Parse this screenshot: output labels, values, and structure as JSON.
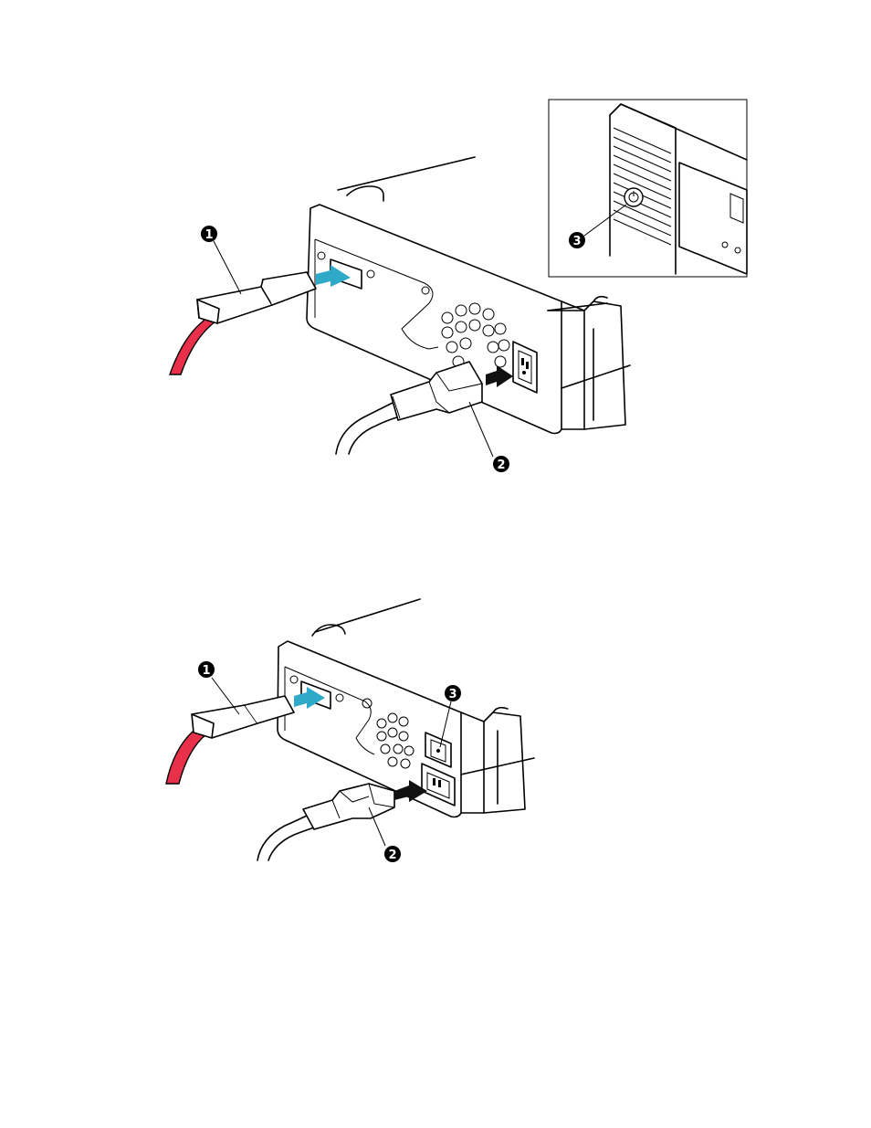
{
  "figure_top": {
    "callouts": [
      {
        "num": "1",
        "part": "data-cable"
      },
      {
        "num": "2",
        "part": "power-cable"
      },
      {
        "num": "3",
        "part": "power-button"
      }
    ]
  },
  "figure_bottom": {
    "callouts": [
      {
        "num": "1",
        "part": "data-cable"
      },
      {
        "num": "2",
        "part": "power-cable"
      },
      {
        "num": "3",
        "part": "power-switch"
      }
    ]
  },
  "colors": {
    "arrow_blue": "#2fa9c8",
    "arrow_black": "#111111",
    "cable_red": "#e8304a",
    "line": "#000000"
  }
}
